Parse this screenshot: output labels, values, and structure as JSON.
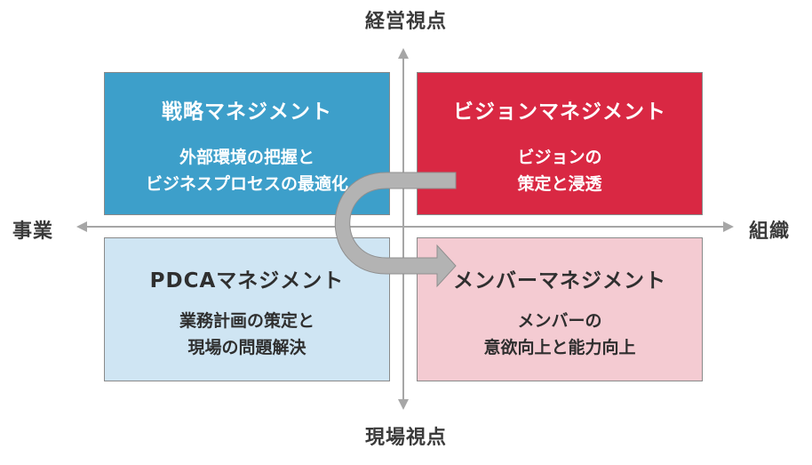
{
  "axes": {
    "top": "経営視点",
    "bottom": "現場視点",
    "left": "事業",
    "right": "組織"
  },
  "quadrants": {
    "top_left": {
      "title": "戦略マネジメント",
      "lines": [
        "外部環境の把握と",
        "ビジネスプロセスの最適化"
      ],
      "color": "#3d9fca"
    },
    "top_right": {
      "title": "ビジョンマネジメント",
      "lines": [
        "ビジョンの",
        "策定と浸透"
      ],
      "color": "#d92843"
    },
    "bottom_left": {
      "title": "PDCAマネジメント",
      "lines": [
        "業務計画の策定と",
        "現場の問題解決"
      ],
      "color": "#cfe5f3"
    },
    "bottom_right": {
      "title": "メンバーマネジメント",
      "lines": [
        "メンバーの",
        "意欲向上と能力向上"
      ],
      "color": "#f4cbd2"
    }
  },
  "colors": {
    "axis": "#a6a6a6",
    "arrow": "#b3b3b3"
  }
}
